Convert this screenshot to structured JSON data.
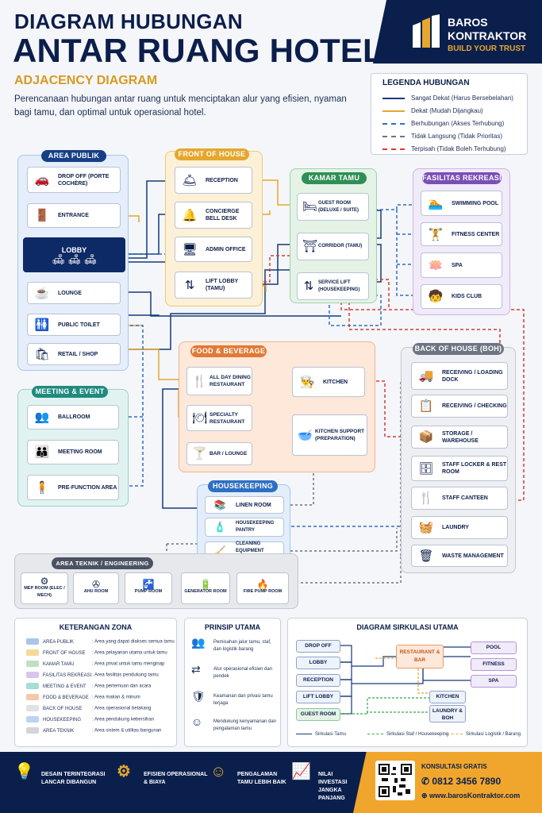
{
  "header": {
    "title_line1": "DIAGRAM HUBUNGAN",
    "title_line2": "ANTAR RUANG HOTEL",
    "subtitle": "ADJACENCY DIAGRAM",
    "intro": "Perencanaan hubungan antar ruang untuk menciptakan alur yang efisien, nyaman bagi tamu, dan optimal untuk operasional hotel."
  },
  "brand": {
    "name1": "BAROS",
    "name2": "KONTRAKTOR",
    "tagline": "BUILD YOUR TRUST"
  },
  "legend": {
    "title": "LEGENDA HUBUNGAN",
    "items": [
      "Sangat Dekat (Harus Bersebelahan)",
      "Dekat (Mudah Dijangkau)",
      "Berhubungan (Akses Terhubung)",
      "Tidak Langsung (Tidak Prioritas)",
      "Terpisah (Tidak Boleh Terhubung)"
    ]
  },
  "zones": {
    "public": {
      "title": "AREA PUBLIK",
      "items": [
        "DROP OFF (PORTE COCHÈRE)",
        "ENTRANCE",
        "LOBBY",
        "LOUNGE",
        "PUBLIC TOILET",
        "RETAIL / SHOP"
      ]
    },
    "foh": {
      "title": "FRONT OF HOUSE",
      "items": [
        "RECEPTION",
        "CONCIERGE BELL DESK",
        "ADMIN OFFICE",
        "LIFT LOBBY (TAMU)"
      ]
    },
    "rooms": {
      "title": "KAMAR TAMU",
      "items": [
        "GUEST ROOM (DELUXE / SUITE)",
        "CORRIDOR (TAMU)",
        "SERVICE LIFT (HOUSEKEEPING)"
      ]
    },
    "rec": {
      "title": "FASILITAS REKREASI",
      "items": [
        "SWIMMING POOL",
        "FITNESS CENTER",
        "SPA",
        "KIDS CLUB"
      ]
    },
    "meeting": {
      "title": "MEETING & EVENT",
      "items": [
        "BALLROOM",
        "MEETING ROOM",
        "PRE-FUNCTION AREA"
      ]
    },
    "fnb": {
      "title": "FOOD & BEVERAGE",
      "items": [
        "ALL DAY DINING RESTAURANT",
        "SPECIALTY RESTAURANT",
        "BAR / LOUNGE",
        "KITCHEN",
        "KITCHEN SUPPORT (PREPARATION)"
      ]
    },
    "boh": {
      "title": "BACK OF HOUSE (BOH)",
      "items": [
        "RECEIVING / LOADING DOCK",
        "RECEIVING / CHECKING",
        "STORAGE / WAREHOUSE",
        "STAFF LOCKER & REST ROOM",
        "STAFF CANTEEN",
        "LAUNDRY",
        "WASTE MANAGEMENT"
      ]
    },
    "hk": {
      "title": "HOUSEKEEPING",
      "items": [
        "LINEN ROOM",
        "HOUSEKEEPING PANTRY",
        "CLEANING EQUIPMENT STORAGE"
      ]
    },
    "eng": {
      "title": "AREA TEKNIK / ENGINEERING",
      "items": [
        "MEP ROOM (ELEC / MECH)",
        "AHU ROOM",
        "PUMP ROOM",
        "GENERATOR ROOM",
        "FIRE PUMP ROOM"
      ]
    }
  },
  "zone_key": {
    "title": "KETERANGAN ZONA",
    "items": [
      {
        "name": "AREA PUBLIK",
        "desc": ": Area yang dapat diakses semua tamu",
        "color": "#a9c6ea"
      },
      {
        "name": "FRONT OF HOUSE",
        "desc": ": Area pelayanan utama untuk tamu",
        "color": "#f5d89a"
      },
      {
        "name": "KAMAR TAMU",
        "desc": ": Area privat untuk tamu menginap",
        "color": "#bfe0c3"
      },
      {
        "name": "FASILITAS REKREASI",
        "desc": ": Area fasilitas pendukung tamu",
        "color": "#d8c6ec"
      },
      {
        "name": "MEETING & EVENT",
        "desc": ": Area pertemuan dan acara",
        "color": "#a8dcd5"
      },
      {
        "name": "FOOD & BEVERAGE",
        "desc": ": Area makan & minum",
        "color": "#f6c8a7"
      },
      {
        "name": "BACK OF HOUSE",
        "desc": ": Area operasional belakang",
        "color": "#e1e2e6"
      },
      {
        "name": "HOUSEKEEPING",
        "desc": ": Area pendukung kebersihan",
        "color": "#bcd4f1"
      },
      {
        "name": "AREA TEKNIK",
        "desc": ": Area sistem & utilitas bangunan",
        "color": "#d3d5da"
      }
    ]
  },
  "principles": {
    "title": "PRINSIP UTAMA",
    "items": [
      "Pemisahan jalur tamu, staf, dan logistik barang",
      "Alur operasional efisien dan pendek",
      "Keamanan dan privasi tamu terjaga",
      "Mendukung kenyamanan dan pengalaman tamu"
    ]
  },
  "circulation": {
    "title": "DIAGRAM SIRKULASI UTAMA",
    "nodes": [
      "DROP OFF",
      "LOBBY",
      "RECEPTION",
      "LIFT LOBBY",
      "GUEST ROOM",
      "RESTAURANT & BAR",
      "POOL",
      "FITNESS",
      "SPA",
      "KITCHEN",
      "LAUNDRY & BOH"
    ],
    "legend": [
      "Sirkulasi Tamu",
      "Sirkulasi Staf / Housekeeping",
      "Sirkulasi Logistik / Barang"
    ]
  },
  "footer": {
    "items": [
      "DESAIN TERINTEGRASI LANCAR DIBANGUN",
      "EFISIEN OPERASIONAL & BIAYA",
      "PENGALAMAN TAMU LEBIH BAIK",
      "NILAI INVESTASI JANGKA PANJANG"
    ],
    "contact_title": "KONSULTASI GRATIS",
    "phone": "0812 3456 7890",
    "web": "www.barosKontraktor.com"
  },
  "colors": {
    "navy": "#0b1f4d",
    "gold": "#e5a72d",
    "blue_dash": "#2f6fc2",
    "gray_dash": "#6b7385",
    "red_dash": "#d73a3a"
  }
}
